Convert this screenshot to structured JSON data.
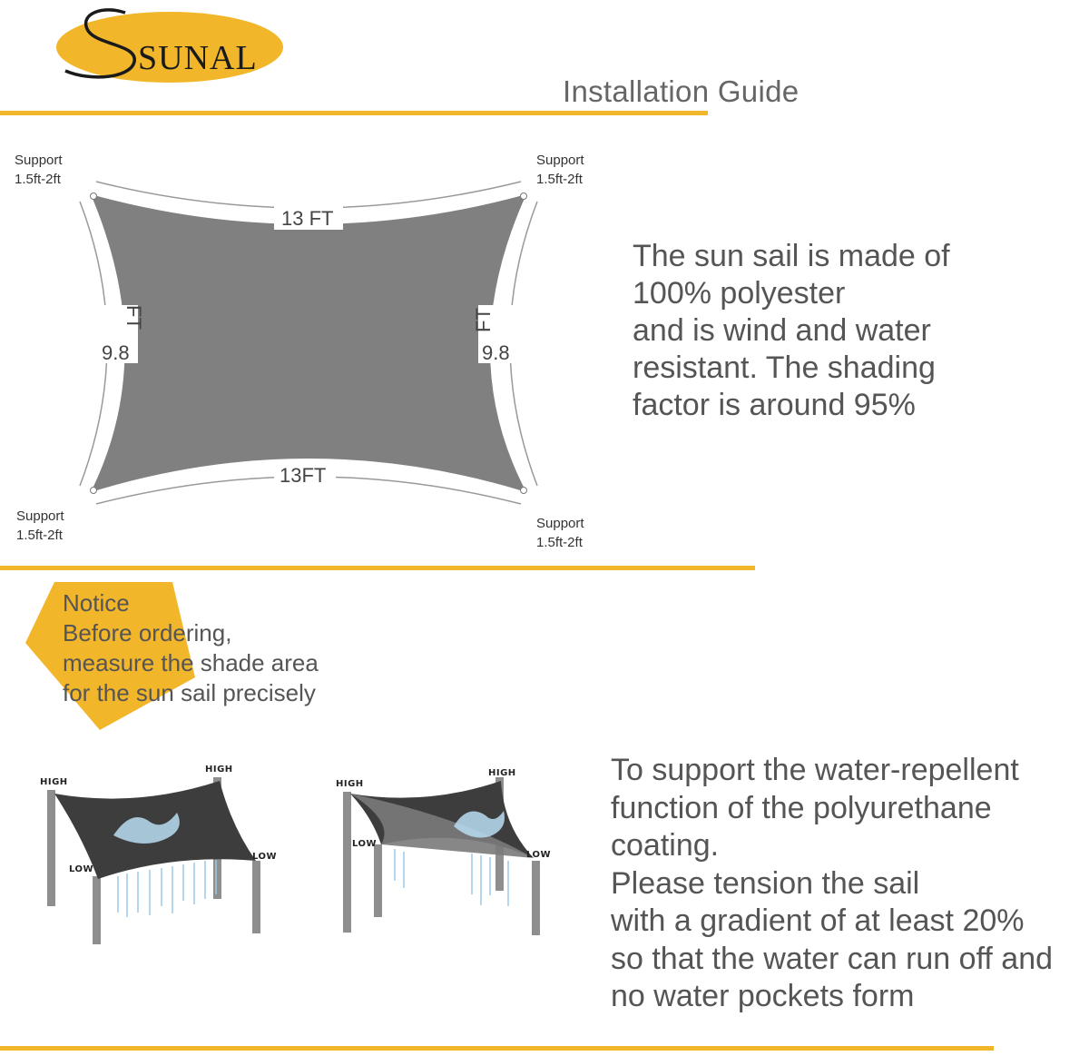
{
  "brand": {
    "logo_text": "SUNAL"
  },
  "header": {
    "title": "Installation Guide"
  },
  "diagram": {
    "support_label": "Support",
    "support_range": "1.5ft-2ft",
    "top_length": "13 FT",
    "bottom_length": "13FT",
    "side_value": "9.8",
    "side_unit": "FT"
  },
  "description": {
    "lines": [
      "The sun sail is made of",
      "100% polyester",
      "and is wind and water",
      "resistant. The shading",
      "factor is around 95%"
    ]
  },
  "notice": {
    "lines": [
      "Notice",
      "Before ordering,",
      "measure the shade area",
      "for the sun sail precisely"
    ]
  },
  "illustrations": {
    "high": "HIGH",
    "low": "LOW"
  },
  "tension": {
    "lines": [
      "To support the water-repellent",
      "function of the polyurethane",
      "coating.",
      "Please tension the sail",
      "with a gradient of at least 20%",
      "so that the water can run off and",
      "no water pockets form"
    ]
  },
  "colors": {
    "accent": "#f2b62b",
    "sail": "#808080",
    "dark_sail": "#3d3d3d",
    "text": "#555555"
  }
}
